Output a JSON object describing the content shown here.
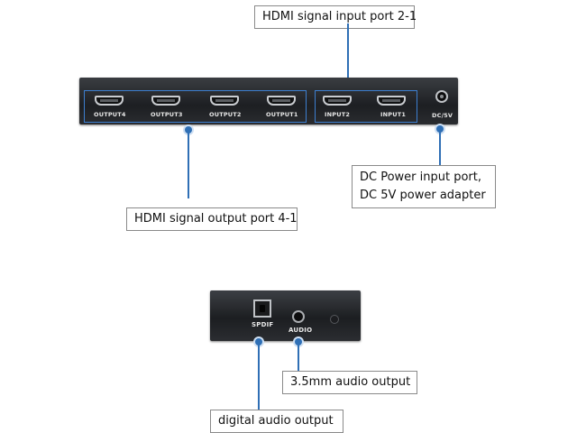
{
  "callouts": {
    "input": "HDMI signal input port 2-1",
    "output": "HDMI signal output port 4-1",
    "dc_line1": "DC Power input port,",
    "dc_line2": "DC 5V power adapter",
    "audio": "3.5mm audio output",
    "digital": "digital audio output"
  },
  "top_device": {
    "ports": [
      "OUTPUT4",
      "OUTPUT3",
      "OUTPUT2",
      "OUTPUT1",
      "INPUT2",
      "INPUT1"
    ],
    "dc_label": "DC/5V"
  },
  "bottom_device": {
    "spdif_label": "SPDIF",
    "audio_label": "AUDIO"
  },
  "colors": {
    "accent": "#2f6fb5",
    "device": "#1d1f22"
  }
}
